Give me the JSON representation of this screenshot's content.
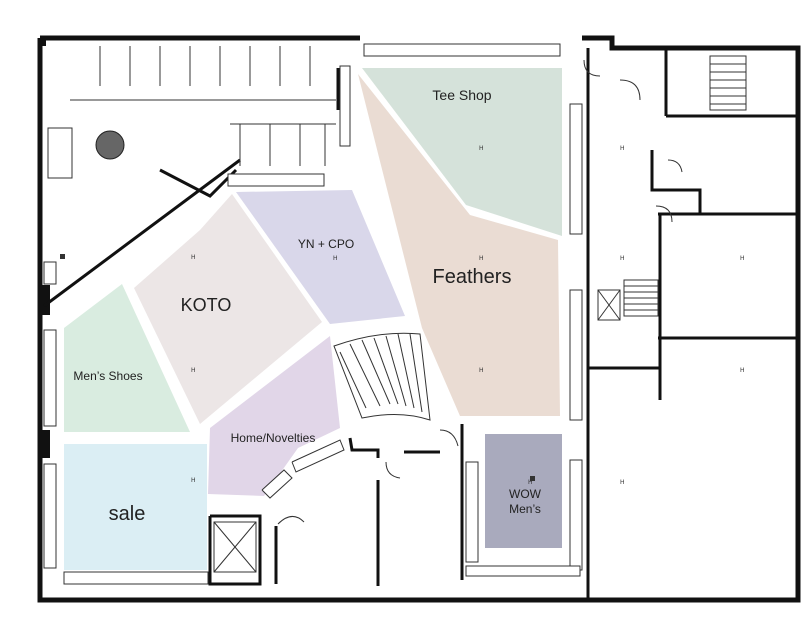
{
  "map": {
    "zones": [
      {
        "id": "tee-shop",
        "label": "Tee Shop",
        "color": "#d5e2da"
      },
      {
        "id": "feathers",
        "label": "Feathers",
        "color": "#eadcd3"
      },
      {
        "id": "yn-cpo",
        "label": "YN + CPO",
        "color": "#d9d7ea"
      },
      {
        "id": "koto",
        "label": "KOTO",
        "color": "#ece6e6"
      },
      {
        "id": "mens-shoes",
        "label": "Men’s Shoes",
        "color": "#d9ece0"
      },
      {
        "id": "home-novelties",
        "label": "Home/Novelties",
        "color": "#e1d6e8"
      },
      {
        "id": "sale",
        "label": "sale",
        "color": "#dbeef4"
      },
      {
        "id": "wow-mens",
        "label_line1": "WOW",
        "label_line2": "Men’s",
        "color": "#a9aabd"
      }
    ],
    "wall_color": "#111111"
  }
}
